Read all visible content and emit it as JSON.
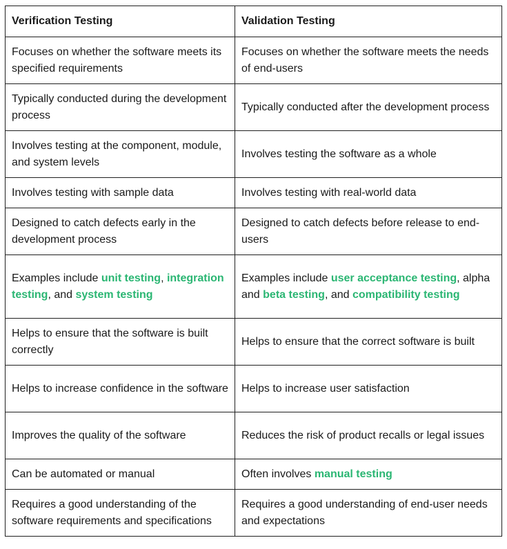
{
  "headers": {
    "verification": "Verification Testing",
    "validation": "Validation Testing"
  },
  "rows": [
    {
      "verification": "Focuses on whether the software meets its specified requirements",
      "validation": "Focuses on whether the software meets the needs of end-users"
    },
    {
      "verification": "Typically conducted during the development process",
      "validation": "Typically conducted after the development process"
    },
    {
      "verification": "Involves testing at the component, module, and system levels",
      "validation": "Involves testing the software as a whole"
    },
    {
      "verification": "Involves testing with sample data",
      "validation": "Involves testing with real-world data"
    },
    {
      "verification": "Designed to catch defects early in the development process",
      "validation": "Designed to catch defects before release to end-users"
    },
    {
      "verification": {
        "prefix": "Examples include ",
        "link1": "unit testing",
        "sep1": ", ",
        "link2": "integration testing",
        "sep2": ", and ",
        "link3": "system testing"
      },
      "validation": {
        "prefix": "Examples include ",
        "link1": "user acceptance testing",
        "sep1": ", alpha and ",
        "link2": "beta testing",
        "sep2": ", and ",
        "link3": "compatibility testing"
      }
    },
    {
      "verification": "Helps to ensure that the software is built correctly",
      "validation": "Helps to ensure that the correct software is built"
    },
    {
      "verification": "Helps to increase confidence in the software",
      "validation": "Helps to increase user satisfaction"
    },
    {
      "verification": "Improves the quality of the software",
      "validation": "Reduces the risk of product recalls or legal issues"
    },
    {
      "verification": "Can be automated or manual",
      "validation": {
        "prefix": "Often involves ",
        "link": "manual testing"
      }
    },
    {
      "verification": "Requires a good understanding of the software requirements and specifications",
      "validation": "Requires a good understanding of end-user needs and expectations"
    }
  ],
  "colors": {
    "link": "#2bb673",
    "border": "#1f1f1f",
    "text": "#1a1a1a"
  }
}
